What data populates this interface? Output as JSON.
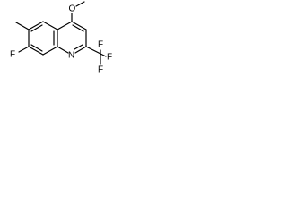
{
  "molecule": {
    "atoms": {
      "methoxy_oxygen": "O",
      "fluorine_ring": "F",
      "ring_nitrogen": "N",
      "cf3_fluorine_top": "F",
      "cf3_fluorine_right": "F",
      "cf3_fluorine_bottom": "F"
    }
  }
}
